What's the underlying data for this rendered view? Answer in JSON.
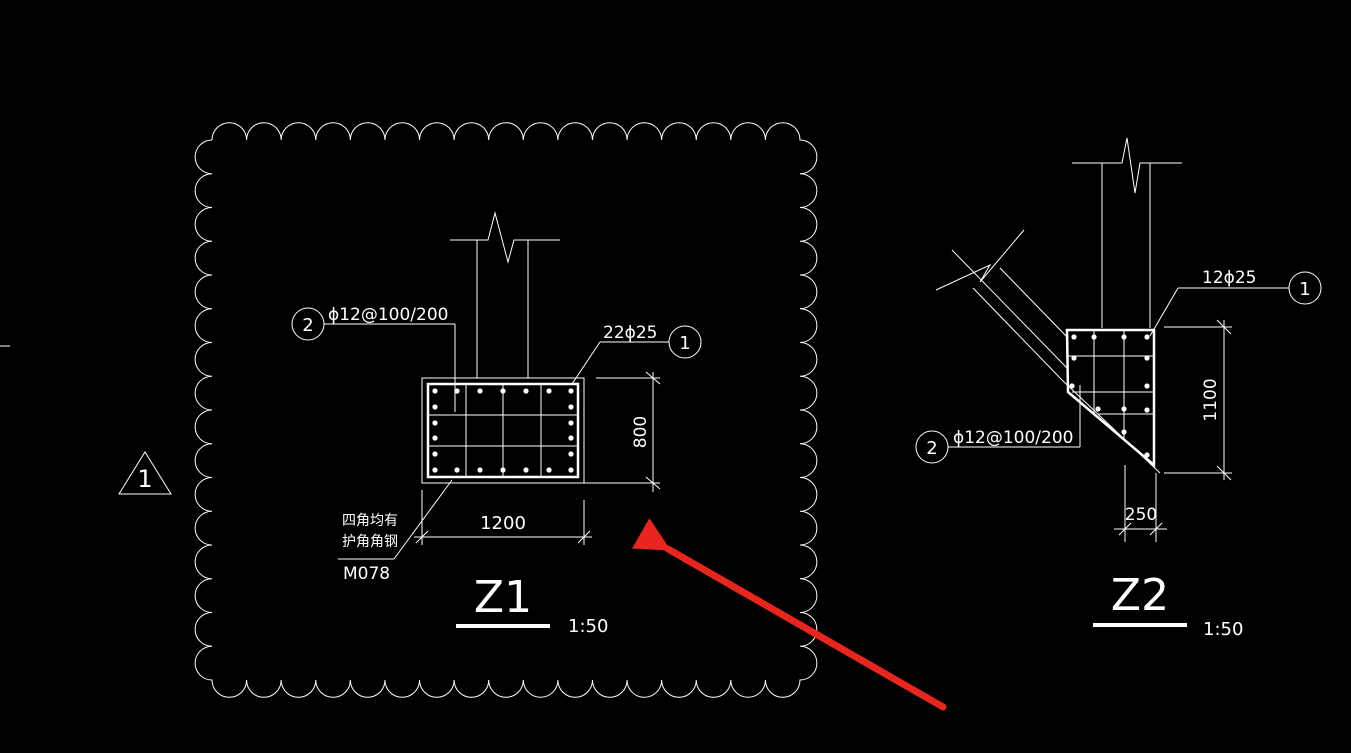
{
  "revision_mark": "1",
  "detail_z1": {
    "title": "Z1",
    "scale": "1:50",
    "stirrup_callout_no": "2",
    "stirrup_spec": "ϕ12@100/200",
    "main_bar_callout_no": "1",
    "main_bar_spec": "22ϕ25",
    "dim_height": "800",
    "dim_width": "1200",
    "note_line1": "四角均有",
    "note_line2": "护角角钢",
    "note_code": "M078"
  },
  "detail_z2": {
    "title": "Z2",
    "scale": "1:50",
    "main_bar_callout_no": "1",
    "main_bar_spec": "12ϕ25",
    "stirrup_callout_no": "2",
    "stirrup_spec": "ϕ12@100/200",
    "dim_height": "1100",
    "dim_width": "250"
  },
  "colors": {
    "background": "#000000",
    "lines": "#ffffff",
    "arrow": "#e8261d"
  }
}
